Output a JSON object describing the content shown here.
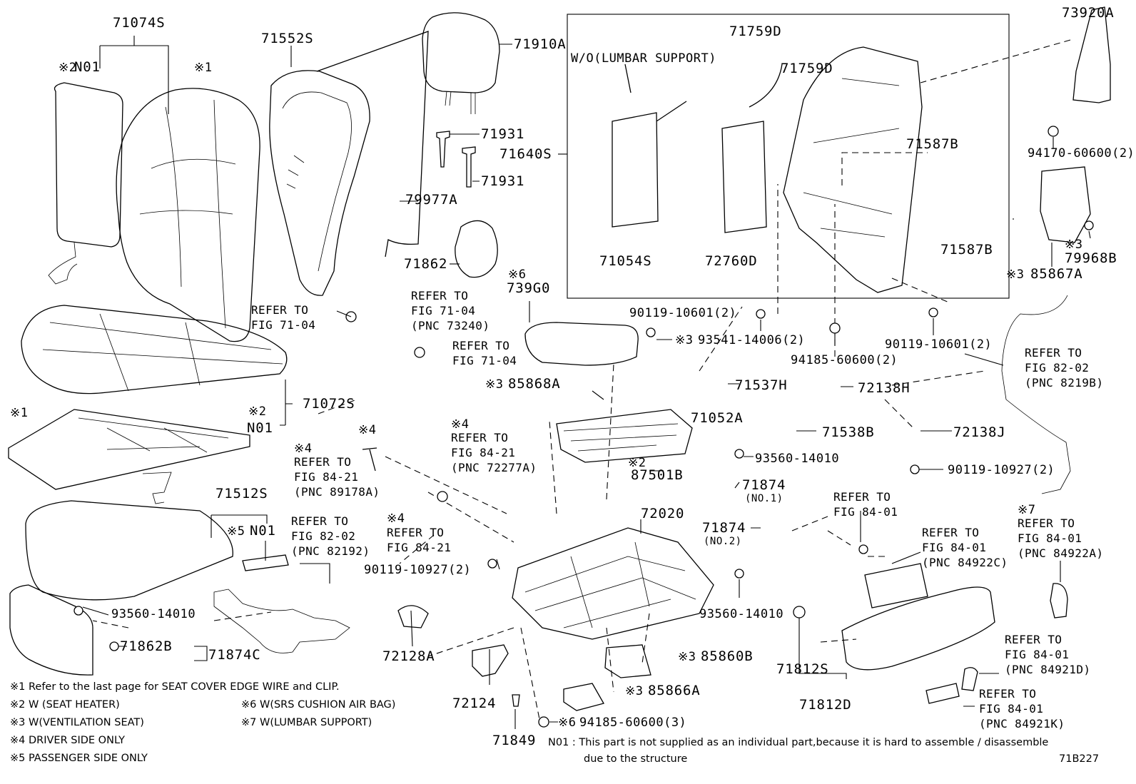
{
  "diagram_code": "71B227",
  "parts": {
    "p71074S": "71074S",
    "p71552S": "71552S",
    "p71910A": "71910A",
    "p71759D_a": "71759D",
    "p71759D_b": "71759D",
    "p73920A": "73920A",
    "wo_lumbar": "W/O(LUMBAR SUPPORT)",
    "p71931_a": "71931",
    "p71931_b": "71931",
    "p71640S": "71640S",
    "p79977A": "79977A",
    "p71587B_a": "71587B",
    "p71587B_b": "71587B",
    "p94170": "94170-60600(2)",
    "p71862": "71862",
    "p71054S": "71054S",
    "p72760D": "72760D",
    "p79968B": "79968B",
    "p85867A": "85867A",
    "p739G0": "739G0",
    "p90119_10601_a": "90119-10601(2)",
    "p90119_10601_b": "90119-10601(2)",
    "p93541": "93541-14006(2)",
    "p94185_a": "94185-60600(2)",
    "p71072S": "71072S",
    "n01_a": "N01",
    "n01_b": "N01",
    "n01_c": "N01",
    "p85868A": "85868A",
    "p71537H": "71537H",
    "p72138H": "72138H",
    "p71052A": "71052A",
    "p71538B": "71538B",
    "p72138J": "72138J",
    "p93560_a": "93560-14010",
    "p93560_b": "93560-14010",
    "p93560_c": "93560-14010",
    "p90119_10927_a": "90119-10927(2)",
    "p90119_10927_b": "90119-10927(2)",
    "p87501B": "87501B",
    "p71874_a": "71874",
    "no1": "(NO.1)",
    "p71874_b": "71874",
    "no2": "(NO.2)",
    "p71512S": "71512S",
    "p72020": "72020",
    "p85860B": "85860B",
    "p71862B": "71862B",
    "p71874C": "71874C",
    "p72128A": "72128A",
    "p71812S": "71812S",
    "p85866A": "85866A",
    "p71812D": "71812D",
    "p72124": "72124",
    "p71849": "71849",
    "p94185_b": "94185-60600(3)"
  },
  "marks": {
    "m1": "※1",
    "m1b": "※1",
    "m2": "※2",
    "m2b": "※2",
    "m2c": "※2",
    "m3a": "※3",
    "m3b": "※3",
    "m3c": "※3",
    "m3d": "※3",
    "m3e": "※3",
    "m3f": "※3",
    "m4a": "※4",
    "m4b": "※4",
    "m4c": "※4",
    "m4d": "※4",
    "m5": "※5",
    "m6a": "※6",
    "m6b": "※6",
    "m7": "※7"
  },
  "refs": {
    "r1": "REFER TO\nFIG 71-04",
    "r2": "REFER TO\nFIG 71-04\n(PNC 73240)",
    "r3": "REFER TO\nFIG 71-04",
    "r4": "REFER TO\nFIG 84-21\n(PNC 89178A)",
    "r5": "REFER TO\nFIG 84-21\n(PNC 72277A)",
    "r6": "REFER TO\nFIG 82-02\n(PNC 82192)",
    "r7": "REFER TO\nFIG 84-21",
    "r8": "REFER TO\nFIG 82-02\n(PNC 8219B)",
    "r9": "REFER TO\nFIG 84-01",
    "r10": "REFER TO\nFIG 84-01\n(PNC 84922C)",
    "r11": "REFER TO\nFIG 84-01\n(PNC 84922A)",
    "r12": "REFER TO\nFIG 84-01\n(PNC 84921D)",
    "r13": "REFER TO\nFIG 84-01\n(PNC 84921K)"
  },
  "legend": {
    "n1": "※1  Refer to the last page for SEAT COVER EDGE WIRE and CLIP.",
    "n2": "※2  W (SEAT HEATER)",
    "n3": "※3  W(VENTILATION SEAT)",
    "n4": "※4  DRIVER SIDE ONLY",
    "n5": "※5  PASSENGER SIDE ONLY",
    "n6": "※6  W(SRS CUSHION AIR BAG)",
    "n7": "※7  W(LUMBAR SUPPORT)",
    "n01_note_1": "N01 : This part is not supplied as an individual part,because it is hard to assemble / disassemble",
    "n01_note_2": "due to the structure"
  }
}
